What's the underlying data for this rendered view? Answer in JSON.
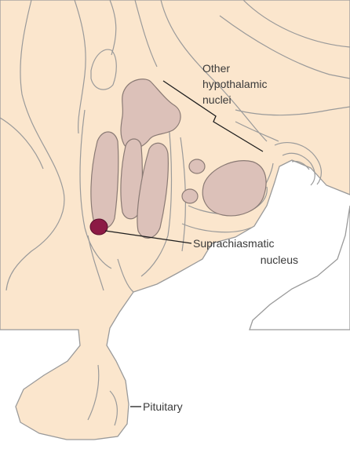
{
  "figure": {
    "labels": {
      "other_nuclei": [
        "Other",
        "hypothalamic",
        "nuclei"
      ],
      "scn": [
        "Suprachiasmatic",
        "nucleus"
      ],
      "pituitary": "Pituitary"
    }
  },
  "colors": {
    "tissue": "#fbe6cd",
    "outline": "#9a9a9a",
    "nucleus_fill": "#dcc1b9",
    "nucleus_stroke": "#8a7a74",
    "scn": "#8c1a45",
    "text": "#3a3a3a",
    "leader": "#1e1e1e",
    "background": "#ffffff"
  }
}
